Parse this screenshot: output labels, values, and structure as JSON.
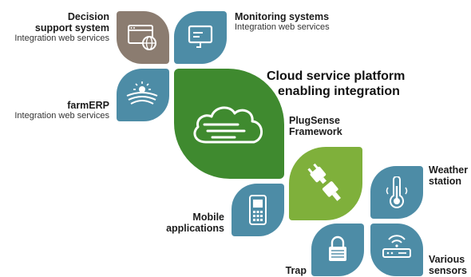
{
  "title": {
    "line1": "Cloud service platform",
    "line2": "enabling integration"
  },
  "nodes": {
    "decision": {
      "name_line1": "Decision",
      "name_line2": "support system",
      "sub": "Integration web services"
    },
    "monitoring": {
      "name": "Monitoring systems",
      "sub": "Integration web services"
    },
    "farmerp": {
      "name": "farmERP",
      "sub": "Integration web services"
    },
    "plugsense": {
      "name_line1": "PlugSense",
      "name_line2": "Framework"
    },
    "mobile": {
      "name_line1": "Mobile",
      "name_line2": "applications"
    },
    "weather": {
      "name_line1": "Weather",
      "name_line2": "station"
    },
    "trap": {
      "name": "Trap"
    },
    "sensors": {
      "name_line1": "Various",
      "name_line2": "sensors"
    }
  },
  "icons": {
    "decision": "browser-globe-icon",
    "monitoring": "monitor-icon",
    "farmerp": "field-sun-icon",
    "cloud": "cloud-icon",
    "plugsense": "plug-icon",
    "mobile": "mobile-phone-icon",
    "weather": "thermometer-icon",
    "trap": "padlock-icon",
    "sensors": "router-sensor-icon"
  },
  "colors": {
    "blue": "#4d8ca6",
    "brown": "#8b7c70",
    "dark_green": "#3f8a2f",
    "light_green": "#7fb03b"
  }
}
